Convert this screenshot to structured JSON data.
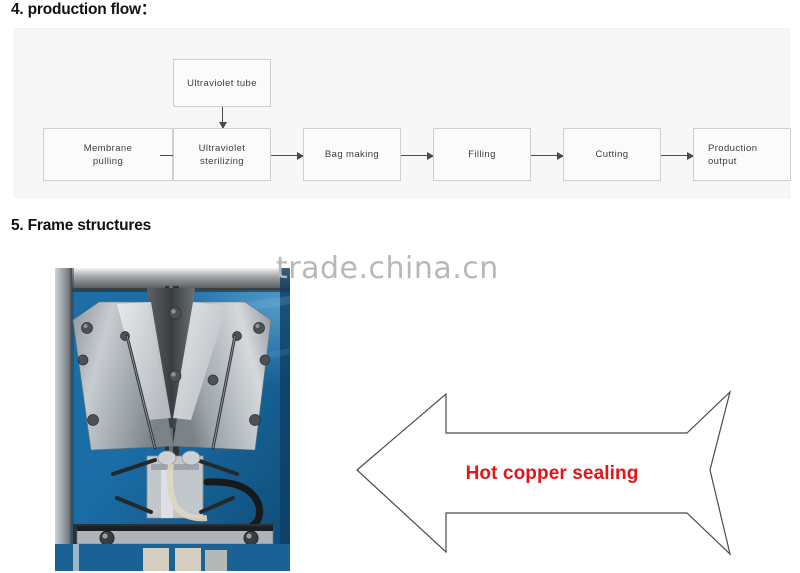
{
  "sections": {
    "production_flow": {
      "heading": "4. production flow：",
      "boxes": [
        {
          "id": "membrane-pulling",
          "label": "Membrane\npulling"
        },
        {
          "id": "ultraviolet-tube",
          "label": "Ultraviolet tube"
        },
        {
          "id": "ultraviolet-sterilizing",
          "label": "Ultraviolet\nsterilizing"
        },
        {
          "id": "bag-making",
          "label": "Bag making"
        },
        {
          "id": "filling",
          "label": "Filling"
        },
        {
          "id": "cutting",
          "label": "Cutting"
        },
        {
          "id": "production-output",
          "label": "Production\noutput"
        }
      ],
      "panel_bg": "#f7f7f8",
      "box_border": "#cfcfd3",
      "arrow_color": "#4a4a50"
    },
    "frame_structures": {
      "heading": "5. Frame structures",
      "callout_label": "Hot copper sealing",
      "callout_color": "#e4141a",
      "callout_outline": "#4a4a50"
    }
  },
  "watermark": {
    "text": "trade.china.cn",
    "color": "#b8b8b8"
  },
  "photo": {
    "alt": "vertical form fill seal machine forming collar",
    "machine_body_color": "#14507e",
    "metal_color": "#b9bfc4"
  }
}
